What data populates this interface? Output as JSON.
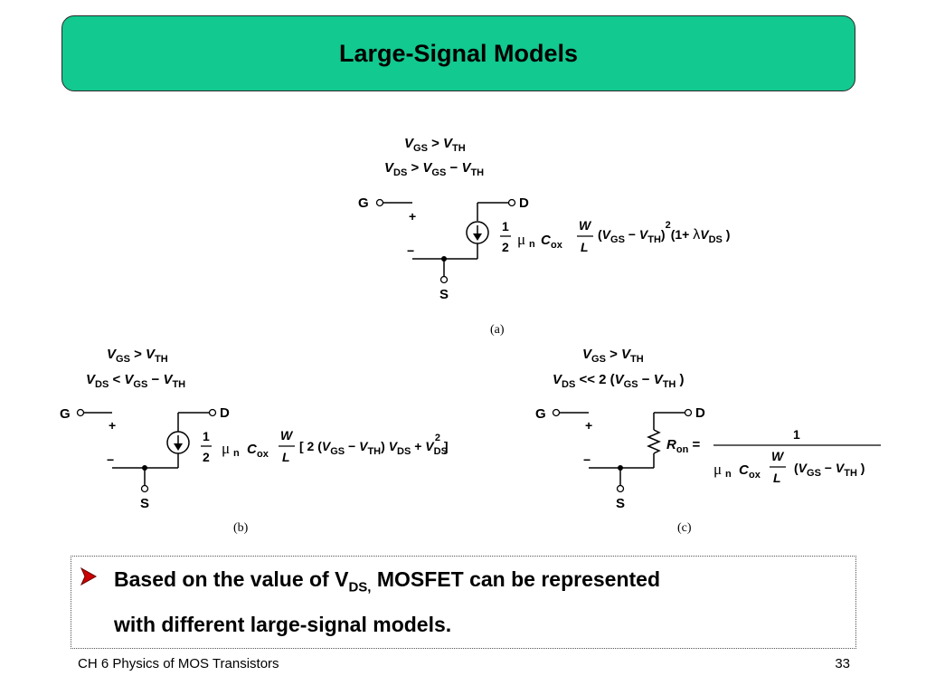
{
  "slide": {
    "title": "Large-Signal Models",
    "bullet": {
      "pre": "Based on the value of V",
      "sub": "DS,",
      "post": " MOSFET can be represented",
      "line2": "with different large-signal models."
    },
    "footer": {
      "left": "CH 6  Physics of MOS Transistors",
      "page": "33"
    }
  },
  "diagram": {
    "a": {
      "cond1": {
        "v": "V",
        "s1": "GS",
        "op": " > ",
        "v2": "V",
        "s2": "TH"
      },
      "cond2": {
        "v": "V",
        "s1": "DS",
        "op": " > ",
        "v2": "V",
        "s2": "GS",
        "minus": " − ",
        "v3": "V",
        "s3": "TH"
      },
      "gate": "G",
      "drain": "D",
      "source": "S",
      "plus": "+",
      "minus": "−",
      "eq": {
        "num": "1",
        "den": "2",
        "mu": "μ",
        "n": "n",
        "C": "C",
        "ox": "ox",
        "W": "W",
        "L": "L",
        "open": "(",
        "V1": "V",
        "GS": "GS",
        "m": " − ",
        "V2": "V",
        "TH": "TH",
        "close": ")",
        "sq": "2",
        "lam_open": "(1+ ",
        "lam": "λ",
        "V3": "V",
        "DS": "DS",
        "lam_close": " )"
      },
      "caption": "(a)"
    },
    "b": {
      "cond1": {
        "v": "V",
        "s1": "GS",
        "op": " > ",
        "v2": "V",
        "s2": "TH"
      },
      "cond2": {
        "v": "V",
        "s1": "DS",
        "op": " < ",
        "v2": "V",
        "s2": "GS",
        "minus": " − ",
        "v3": "V",
        "s3": "TH"
      },
      "gate": "G",
      "drain": "D",
      "source": "S",
      "plus": "+",
      "minus": "−",
      "eq": {
        "num": "1",
        "den": "2",
        "mu": "μ",
        "n": "n",
        "C": "C",
        "ox": "ox",
        "W": "W",
        "L": "L",
        "bopen": "[ 2 (",
        "V1": "V",
        "GS": "GS",
        "m": " − ",
        "V2": "V",
        "TH": "TH",
        "close": ") ",
        "V3": "V",
        "DS": "DS",
        "plus": " + ",
        "V4": "V",
        "DS2": "DS",
        "sq": "2",
        "bclose": " ]"
      },
      "caption": "(b)"
    },
    "c": {
      "cond1": {
        "v": "V",
        "s1": "GS",
        "op": " > ",
        "v2": "V",
        "s2": "TH"
      },
      "cond2": {
        "v": "V",
        "s1": "DS",
        "op": " << 2 (",
        "v2": "V",
        "s2": "GS",
        "minus": " − ",
        "v3": "V",
        "s3": "TH",
        "close": " )"
      },
      "gate": "G",
      "drain": "D",
      "source": "S",
      "plus": "+",
      "minus": "−",
      "eq": {
        "R": "R",
        "on": "on",
        "equals": " =",
        "num": "1",
        "mu": "μ",
        "n": "n",
        "C": "C",
        "ox": "ox",
        "W": "W",
        "L": "L",
        "open": "(",
        "V1": "V",
        "GS": "GS",
        "m": " − ",
        "V2": "V",
        "TH": "TH",
        "close": " )"
      },
      "caption": "(c)"
    }
  },
  "colors": {
    "title_bg": "#12c98f",
    "bullet_arrow": "#cc0000"
  }
}
